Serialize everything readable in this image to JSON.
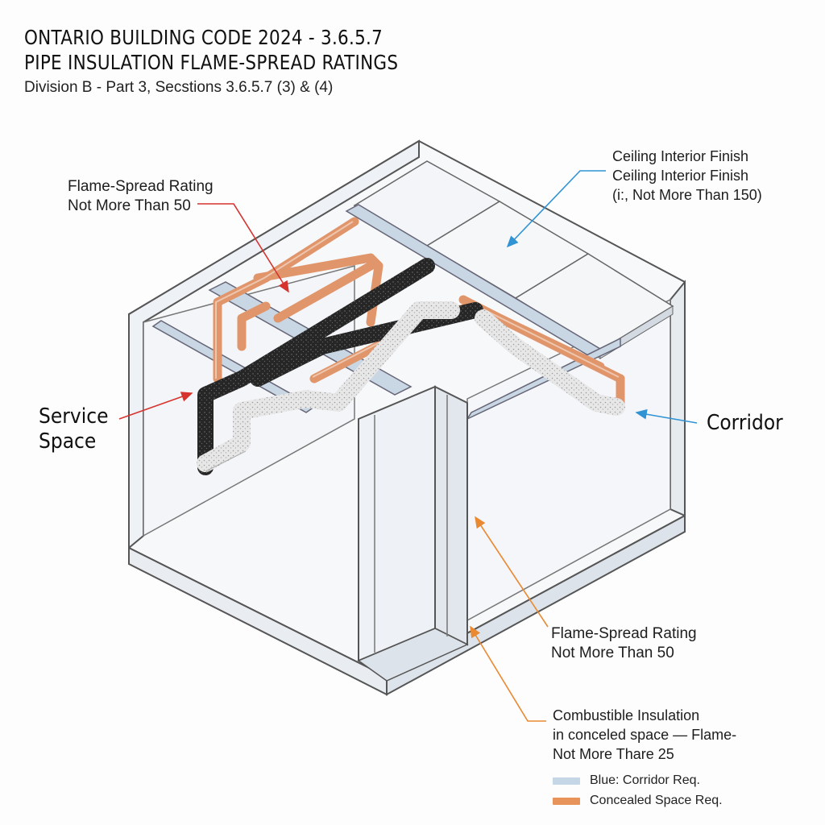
{
  "header": {
    "title_line1": "ONTARIO BUILDING CODE 2024 - 3.6.5.7",
    "title_line2": "PIPE INSULATION FLAME-SPREAD RATINGS",
    "subtitle": "Division B - Part 3, Secstions 3.6.5.7 (3) & (4)"
  },
  "callouts": {
    "flame_spread_top": [
      "Flame-Spread Rating",
      "Not More Than 50"
    ],
    "ceiling": [
      "Ceiling Interior Finish",
      "Ceiling Interior Finish",
      "(i:, Not More Than 150)"
    ],
    "service_space": [
      "Service",
      "Space"
    ],
    "corridor": "Corridor",
    "flame_spread_bottom": [
      "Flame-Spread Rating",
      "Not More Than 50"
    ],
    "combustible": [
      "Combustible Insulation",
      "in conceled space — Flame-",
      "Not More Thare 25"
    ]
  },
  "legend": [
    {
      "label": "Blue: Corridor Req.",
      "color": "#c5d6e6"
    },
    {
      "label": "Concealed Space Req.",
      "color": "#e8935a"
    }
  ],
  "colors": {
    "arrow_red": "#d6332f",
    "arrow_blue": "#2f93d4",
    "arrow_orange": "#e98a33",
    "copper_pipe": "#e0956a",
    "black_insulation": "#2a2a2a",
    "steel_beam": "#c9d6e3"
  }
}
